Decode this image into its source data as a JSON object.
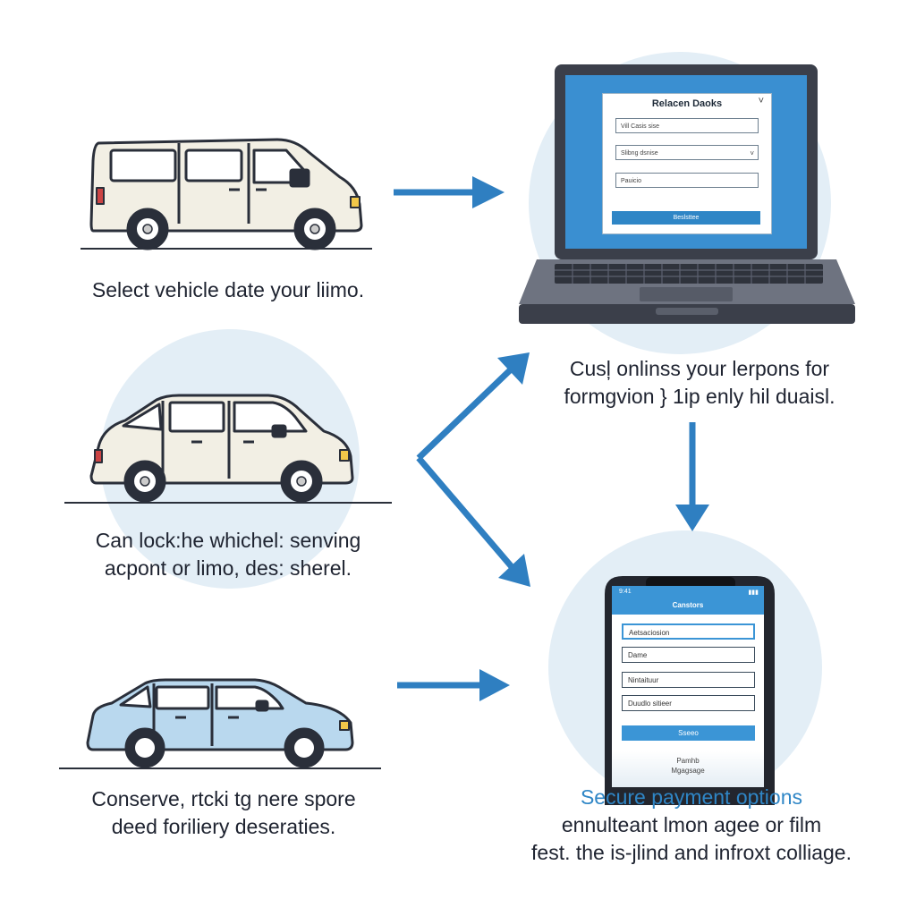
{
  "colors": {
    "arrow": "#2f7fc1",
    "circle": "#e3eef6",
    "screen_blue": "#3a8fd1",
    "device_dark": "#3b3f4a",
    "van_body": "#f2efe4",
    "suv_body": "#f2efe4",
    "sedan_body": "#b9d8ee",
    "accent_text": "#2f86c6"
  },
  "steps": {
    "van_caption": "Select vehicle date your liimo.",
    "suv_caption_line1": "Can lock:he whichel: senving",
    "suv_caption_line2": "acpont or limo, des: sherel.",
    "sedan_caption_line1": "Conserve, rtcki tg nere spore",
    "sedan_caption_line2": "deed foriliery deseraties.",
    "laptop_caption_line1": "Cusļ onlinss your lerpons for",
    "laptop_caption_line2": "formgvion } 1ip enly hil duaisl.",
    "phone_caption_line1": "Secure payment options",
    "phone_caption_line2": "ennulteant lmon agee or film",
    "phone_caption_line3": "fest. the is-jlind and infroxt colliage."
  },
  "laptop_form": {
    "title": "Relacen Daoks",
    "chevron": "˅",
    "field1": "Vill Casis sise",
    "field2": "Slibng dsnise",
    "field2_chevron": "˅",
    "field3": "Pauicio",
    "button": "Beslsttee"
  },
  "phone_form": {
    "status_left": "9:41",
    "status_right": "▮▮▮",
    "title": "Canstors",
    "field1": "Aetsaciosion",
    "field2": "Dame",
    "field3": "Nintaituur",
    "field4": "Duudlo sitieer",
    "button": "Sseeo",
    "footer_line1": "Pamhb",
    "footer_line2": "Mgagsage"
  },
  "icons": {
    "van": "van-icon",
    "suv": "suv-icon",
    "sedan": "sedan-icon",
    "laptop": "laptop-icon",
    "phone": "phone-icon",
    "arrows": "arrow-right-icon"
  }
}
